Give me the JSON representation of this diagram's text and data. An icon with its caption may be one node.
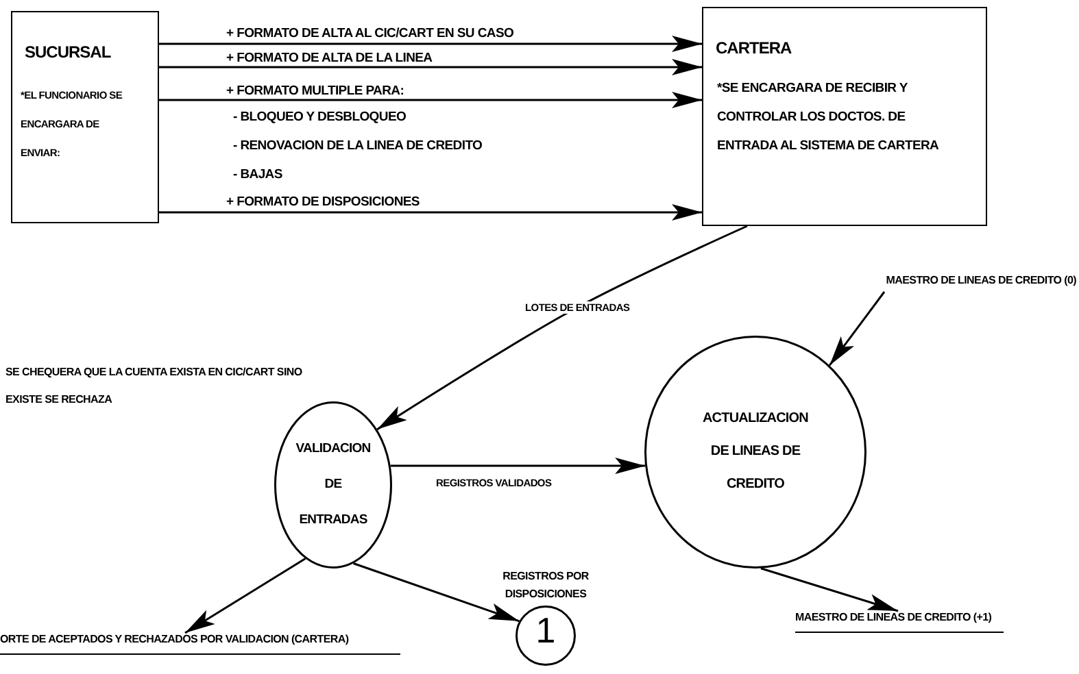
{
  "diagram": {
    "nodes": [
      {
        "text": [
          "SUCURSAL",
          "*EL FUNCIONARIO SE ENCARGARA DE ENVIAR:"
        ]
      },
      {
        "text": [
          "CARTERA",
          "*SE ENCARGARA DE RECIBIR Y CONTROLAR LOS DOCTOS. DE ENTRADA AL SISTEMA DE CARTERA"
        ]
      },
      {
        "text": [
          "VALIDACION DE ENTRADAS"
        ],
        "beside": [
          "SE CHEQUERA QUE LA CUENTA EXISTA EN CIC/CART SINO EXISTE SE RECHAZA"
        ]
      },
      {
        "text": [
          "ACTUALIZACION DE LINEAS DE CREDITO"
        ]
      },
      {
        "text": [
          "MAESTRO DE LINEAS DE CREDITO (0)"
        ]
      },
      {
        "text": [
          "ORTE DE ACEPTADOS Y RECHAZADOS POR VALIDACION (CARTERA)"
        ]
      },
      {
        "text": [
          "1"
        ],
        "beside": [
          "REGISTROS POR DISPOSICIONES"
        ]
      },
      {
        "text": [
          "MAESTRO DE LINEAS DE CREDITO (+1)"
        ]
      }
    ],
    "edges": [
      {
        "from": 0,
        "to": 1,
        "arrow": "to",
        "label": "+ FORMATO DE ALTA AL CIC/CART EN SU CASO"
      },
      {
        "from": 0,
        "to": 1,
        "arrow": "to",
        "label": "+ FORMATO DE ALTA DE LA LINEA"
      },
      {
        "from": 0,
        "to": 1,
        "arrow": "to",
        "label": "+ FORMATO MULTIPLE PARA:"
      },
      {
        "from": 0,
        "to": 1,
        "arrow": "to",
        "label": "+ FORMATO DE DISPOSICIONES"
      },
      {
        "from": 1,
        "to": 2,
        "arrow": "to",
        "label": "LOTES DE ENTRADAS"
      },
      {
        "from": 4,
        "to": 3,
        "arrow": "to"
      },
      {
        "from": 2,
        "to": 3,
        "arrow": "to",
        "label": "REGISTROS VALIDADOS"
      },
      {
        "from": 2,
        "to": 5,
        "arrow": "to"
      },
      {
        "from": 2,
        "to": 6,
        "arrow": "to"
      },
      {
        "from": 3,
        "to": 7,
        "arrow": "to"
      }
    ],
    "labels": [
      "- BLOQUEO Y DESBLOQUEO",
      "- RENOVACION DE LA LINEA DE CREDITO",
      "- BAJAS"
    ]
  }
}
